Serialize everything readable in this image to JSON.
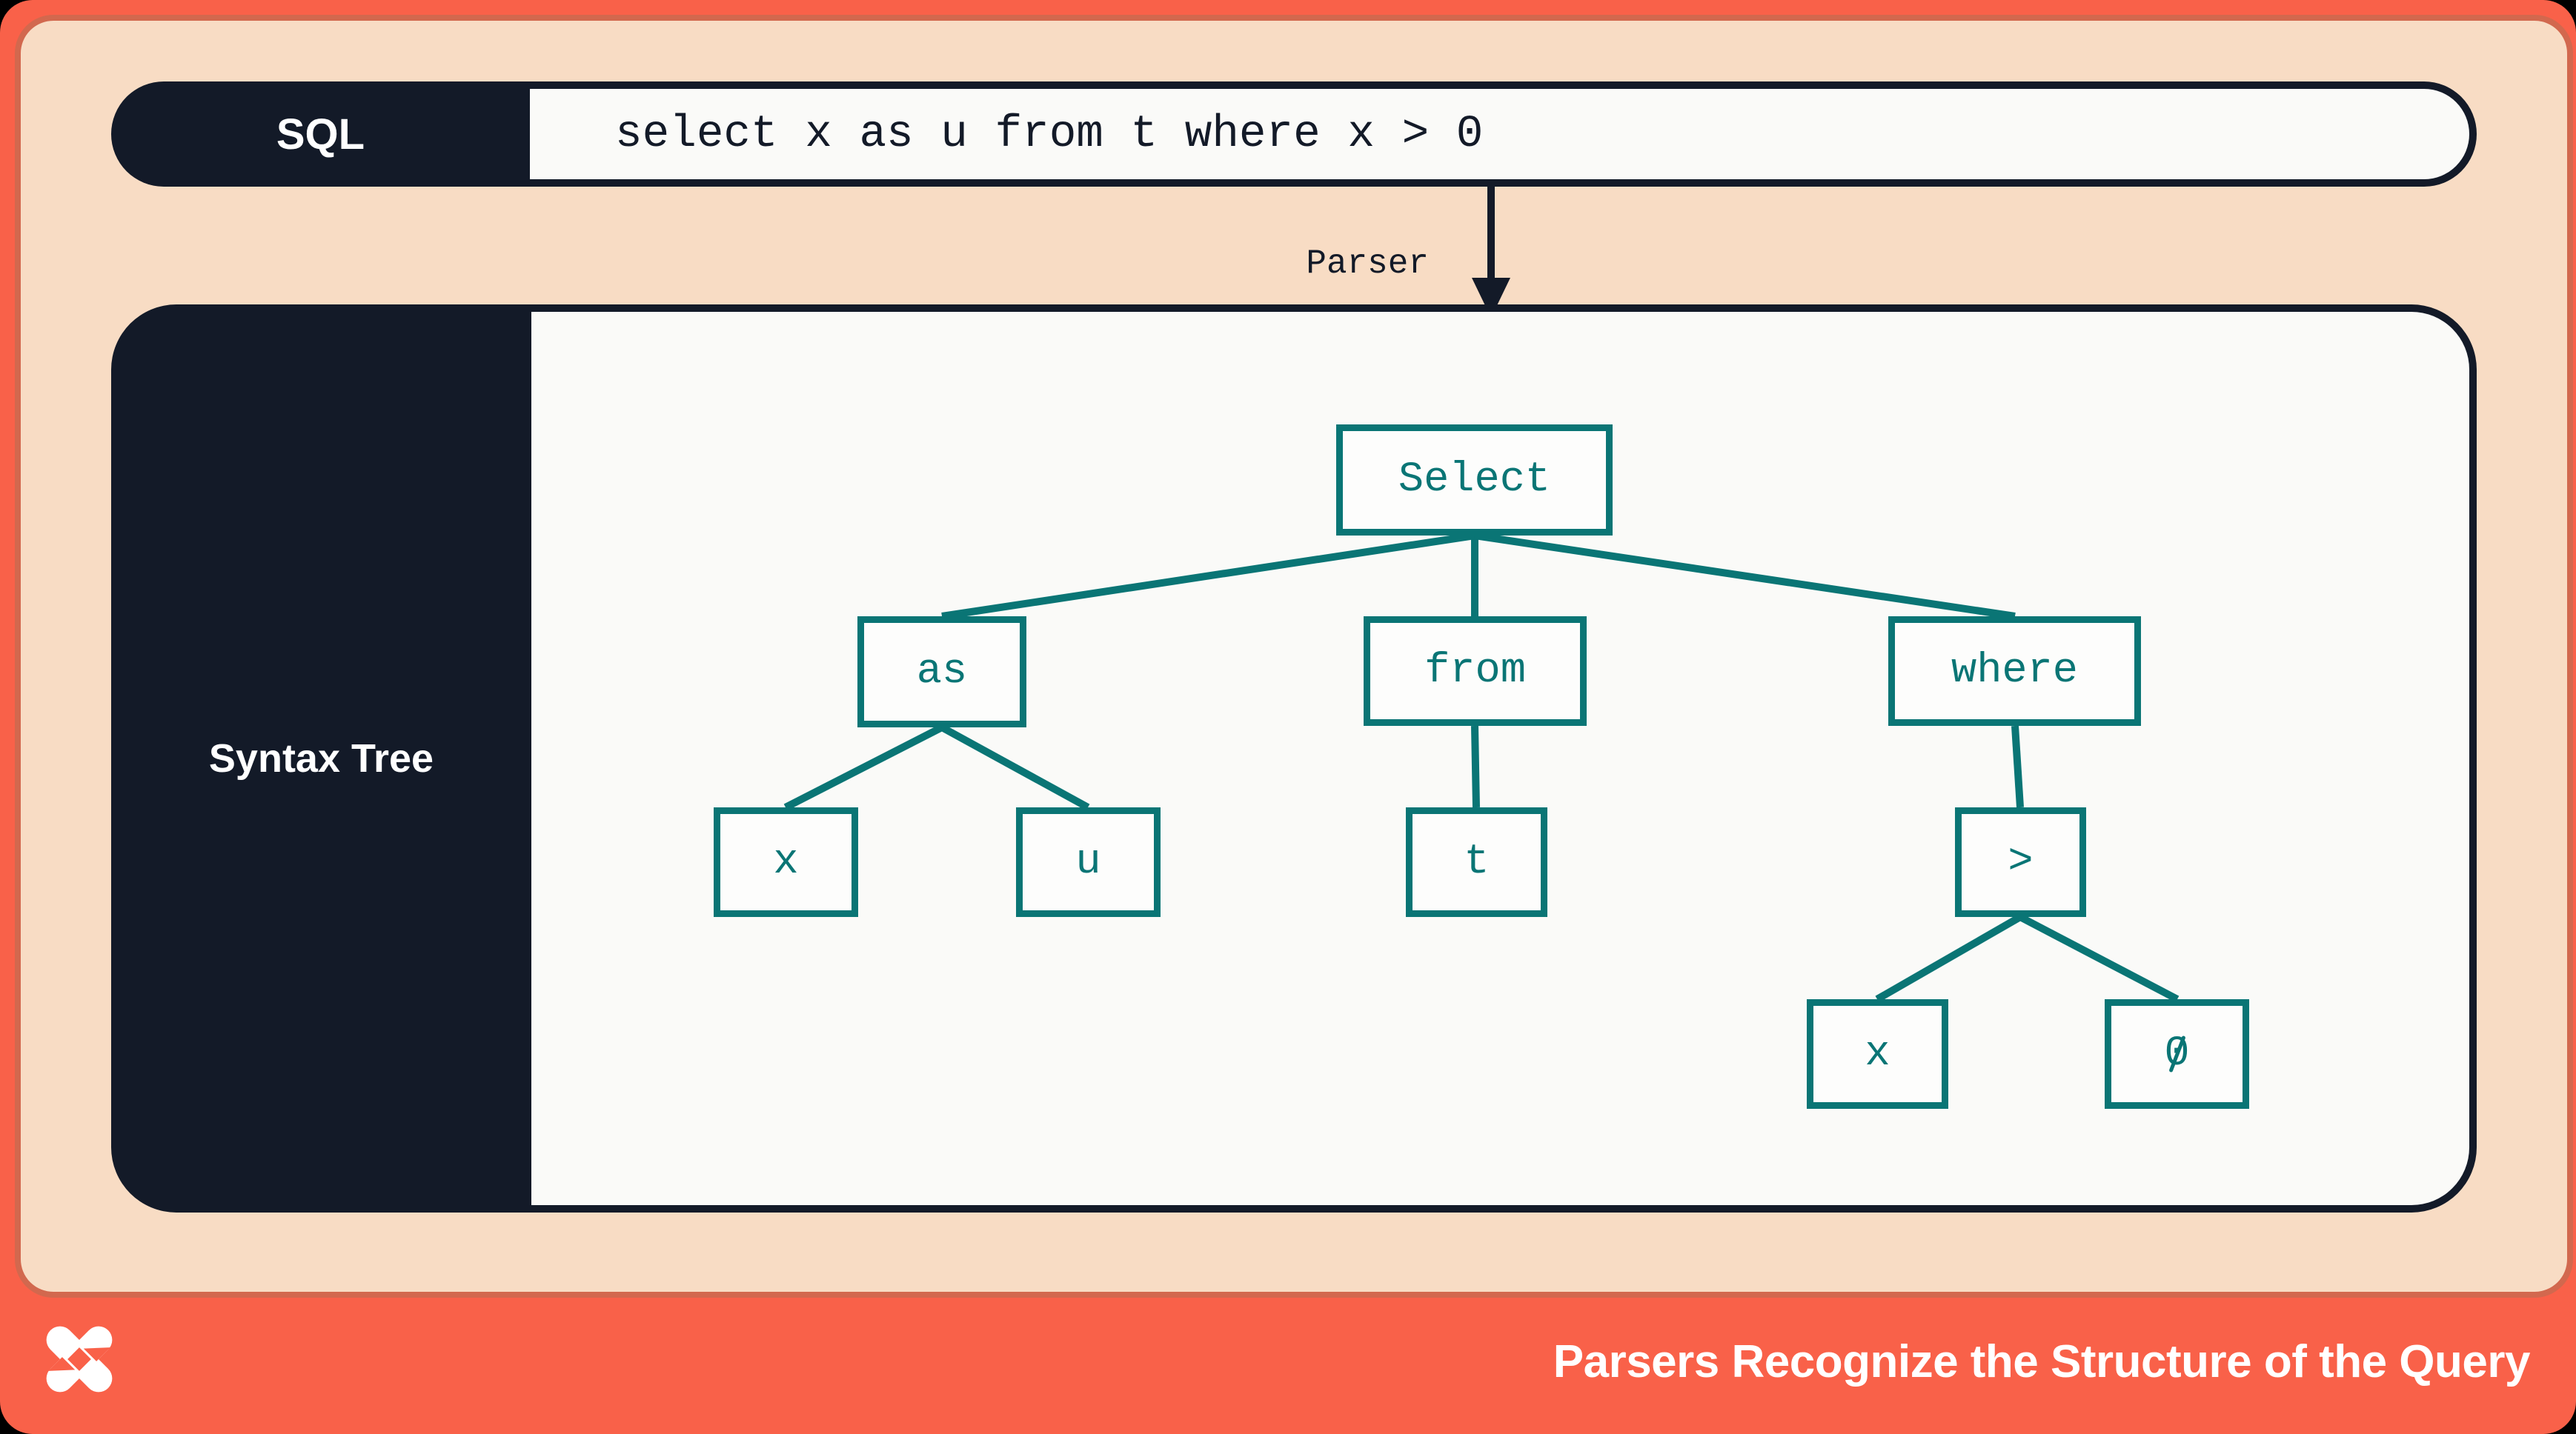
{
  "sql_bar": {
    "badge": "SQL",
    "query": "select x as u from t where x > 0"
  },
  "parser_arrow": {
    "label": "Parser"
  },
  "syntax_tree_panel": {
    "title": "Syntax Tree",
    "nodes": {
      "select": "Select",
      "as": "as",
      "from": "from",
      "where": "where",
      "x1": "x",
      "u": "u",
      "t": "t",
      "gt": ">",
      "x2": "x",
      "zero": "0"
    },
    "edges": [
      [
        "Select",
        "as"
      ],
      [
        "Select",
        "from"
      ],
      [
        "Select",
        "where"
      ],
      [
        "as",
        "x"
      ],
      [
        "as",
        "u"
      ],
      [
        "from",
        "t"
      ],
      [
        "where",
        ">"
      ],
      [
        ">",
        "x"
      ],
      [
        ">",
        "0"
      ]
    ]
  },
  "footer": {
    "caption": "Parsers Recognize the Structure of the Query",
    "logo": "xata-x-logo"
  },
  "colors": {
    "coral": "#f96149",
    "coral_border": "#d2684e",
    "peach": "#f8dcc4",
    "navy": "#131a28",
    "teal": "#0a7575",
    "panel_white": "#fafaf8"
  }
}
